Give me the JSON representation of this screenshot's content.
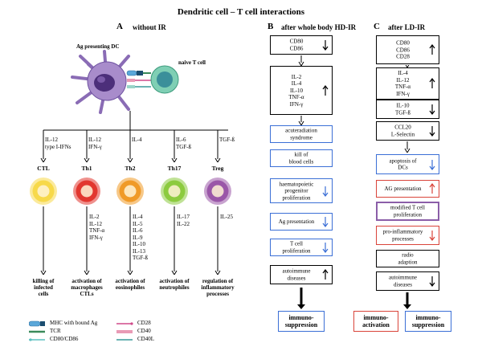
{
  "title": "Dendritic cell – T cell interactions",
  "panelA": {
    "letter": "A",
    "header": "without IR",
    "dc_label": "Ag presenting DC",
    "tcell_label": "naive T cell",
    "cytokines": [
      {
        "lines": [
          "IL-12",
          "type I-IFNs"
        ]
      },
      {
        "lines": [
          "IL-12",
          "IFN-γ"
        ]
      },
      {
        "lines": [
          "IL-4"
        ]
      },
      {
        "lines": [
          "IL-6",
          "TGF-ß"
        ]
      },
      {
        "lines": [
          "TGF-ß"
        ]
      }
    ],
    "cells": [
      {
        "name": "CTL",
        "color": "#f7d94a"
      },
      {
        "name": "Th1",
        "color": "#e2372f"
      },
      {
        "name": "Th2",
        "color": "#f09a27"
      },
      {
        "name": "Th17",
        "color": "#8ccb3f"
      },
      {
        "name": "Treg",
        "color": "#9a57a8"
      }
    ],
    "products": [
      {
        "lines": []
      },
      {
        "lines": [
          "IL-2",
          "IL-12",
          "TNF-α",
          "IFN-γ"
        ]
      },
      {
        "lines": [
          "IL-4",
          "IL-5",
          "IL-6",
          "IL-9",
          "IL-10",
          "IL-13",
          "TGF-ß"
        ]
      },
      {
        "lines": [
          "IL-17",
          "IL-22"
        ]
      },
      {
        "lines": [
          "IL-25"
        ]
      }
    ],
    "outcomes": [
      {
        "lines": [
          "killing of",
          "infected",
          "cells"
        ]
      },
      {
        "lines": [
          "activation of",
          "macrophages",
          "CTLs"
        ]
      },
      {
        "lines": [
          "activation of",
          "eosinophiles"
        ]
      },
      {
        "lines": [
          "activation of",
          "neutrophiles"
        ]
      },
      {
        "lines": [
          "regulation of",
          "inflammatory",
          "processes"
        ]
      }
    ],
    "legend": [
      {
        "label": "MHC with bound Ag",
        "icon": "mhc-icon"
      },
      {
        "label": "TCR",
        "icon": "tcr-icon"
      },
      {
        "label": "CD80/CD86",
        "icon": "cd80-icon"
      },
      {
        "label": "CD28",
        "icon": "cd28-icon"
      },
      {
        "label": "CD40",
        "icon": "cd40-icon"
      },
      {
        "label": "CD40L",
        "icon": "cd40l-icon"
      }
    ]
  },
  "panelB": {
    "letter": "B",
    "header": "after whole body HD-IR",
    "boxes": [
      {
        "lines": [
          "CD80",
          "CD86"
        ],
        "dir": "down",
        "style": "black"
      },
      {
        "lines": [
          "IL-2",
          "IL-4",
          "IL-10",
          "TNF-α",
          "IFN-γ"
        ],
        "dir": "up",
        "style": "black"
      },
      {
        "lines": [
          "acuteradiation",
          "syndrome"
        ],
        "dir": "",
        "style": "blue"
      },
      {
        "lines": [
          "kill of",
          "blood cells"
        ],
        "dir": "",
        "style": "blue"
      },
      {
        "lines": [
          "haematopoietic",
          "progenitor",
          "proliferation"
        ],
        "dir": "down",
        "style": "blue"
      },
      {
        "lines": [
          "Ag presentation"
        ],
        "dir": "down",
        "style": "blue"
      },
      {
        "lines": [
          "T cell",
          "proliferation"
        ],
        "dir": "down",
        "style": "blue"
      },
      {
        "lines": [
          "autoimmune",
          "diseases"
        ],
        "dir": "up",
        "style": "black"
      }
    ],
    "final": {
      "lines": [
        "immuno-",
        "suppression"
      ],
      "style": "blue"
    }
  },
  "panelC": {
    "letter": "C",
    "header": "after LD-IR",
    "boxes": [
      {
        "lines": [
          "CD80",
          "CD86",
          "CD28"
        ],
        "dir": "up",
        "style": "black"
      },
      {
        "lines": [
          "IL-4",
          "IL-12",
          "TNF-α",
          "IFN-γ"
        ],
        "dir": "up",
        "style": "black"
      },
      {
        "lines": [
          "IL-10",
          "TGF-ß"
        ],
        "dir": "down",
        "style": "black"
      },
      {
        "lines": [
          "CCL20",
          "L-Selectin"
        ],
        "dir": "down",
        "style": "black"
      },
      {
        "lines": [
          "apoptosis of",
          "DCs"
        ],
        "dir": "down",
        "style": "blue"
      },
      {
        "lines": [
          "AG presentation"
        ],
        "dir": "up",
        "style": "red"
      },
      {
        "lines": [
          "modified T cell",
          "proliferation"
        ],
        "dir": "",
        "style": "purple"
      },
      {
        "lines": [
          "pro-inflammatory",
          "processes"
        ],
        "dir": "down",
        "style": "red"
      },
      {
        "lines": [
          "radio",
          "adaption"
        ],
        "dir": "",
        "style": "black"
      },
      {
        "lines": [
          "autoimmune",
          "diseases"
        ],
        "dir": "down",
        "style": "black"
      }
    ],
    "finals": [
      {
        "lines": [
          "immuno-",
          "activation"
        ],
        "style": "red"
      },
      {
        "lines": [
          "immuno-",
          "suppression"
        ],
        "style": "blue"
      }
    ]
  },
  "colors": {
    "blue": "#3b6fd6",
    "red": "#d9443a",
    "purple": "#8b5ea8",
    "dc": "#9a7bc0"
  }
}
